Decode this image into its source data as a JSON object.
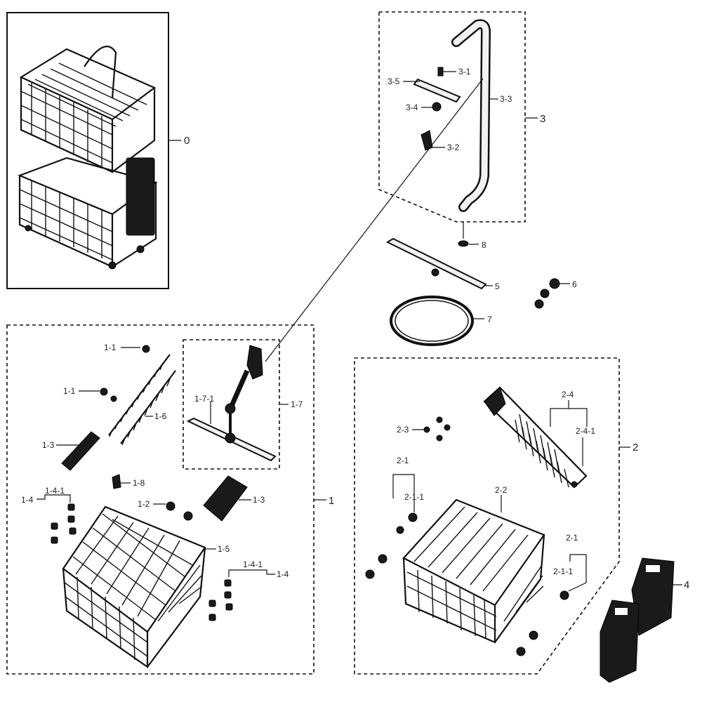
{
  "callouts": {
    "c0": "0",
    "c1": "1",
    "c1_1a": "1-1",
    "c1_1b": "1-1",
    "c1_2": "1-2",
    "c1_3a": "1-3",
    "c1_3b": "1-3",
    "c1_4a": "1-4",
    "c1_4b": "1-4",
    "c1_4_1a": "1-4-1",
    "c1_4_1b": "1-4-1",
    "c1_5": "1-5",
    "c1_6": "1-6",
    "c1_7": "1-7",
    "c1_7_1": "1-7-1",
    "c1_8": "1-8",
    "c2": "2",
    "c2_1a": "2-1",
    "c2_1b": "2-1",
    "c2_1_1a": "2-1-1",
    "c2_1_1b": "2-1-1",
    "c2_2": "2-2",
    "c2_3": "2-3",
    "c2_4": "2-4",
    "c2_4_1": "2-4-1",
    "c3": "3",
    "c3_1": "3-1",
    "c3_2": "3-2",
    "c3_3": "3-3",
    "c3_4": "3-4",
    "c3_5": "3-5",
    "c4": "4",
    "c5": "5",
    "c6": "6",
    "c7": "7",
    "c8": "8"
  },
  "colors": {
    "ink": "#111111",
    "background": "#ffffff"
  }
}
